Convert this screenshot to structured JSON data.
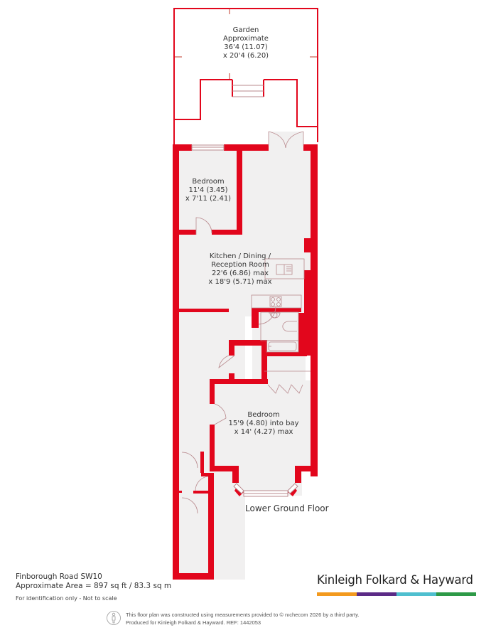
{
  "colors": {
    "wall": "#e2061c",
    "floor": "#f1f0f0",
    "line": "#b98a8e",
    "text": "#333333"
  },
  "rooms": {
    "garden": {
      "name": "Garden",
      "line2": "Approximate",
      "dim1": "36'4 (11.07)",
      "dim2": "x 20'4 (6.20)"
    },
    "bedroom1": {
      "name": "Bedroom",
      "dim1": "11'4 (3.45)",
      "dim2": "x 7'11 (2.41)"
    },
    "kitchen": {
      "name1": "Kitchen / Dining /",
      "name2": "Reception Room",
      "dim1": "22'6 (6.86) max",
      "dim2": "x 18'9 (5.71) max"
    },
    "bedroom2": {
      "name": "Bedroom",
      "dim1": "15'9 (4.80) into bay",
      "dim2": "x 14' (4.27) max"
    }
  },
  "floor_name": "Lower Ground Floor",
  "address": {
    "street": "Finborough Road  SW10",
    "area": "Approximate Area = 897 sq ft / 83.3 sq m",
    "disclaimer": "For identification only - Not to scale"
  },
  "brand": {
    "name": "Kinleigh Folkard & Hayward",
    "bar_colors": [
      "#f39a1e",
      "#5b2a86",
      "#4fbfcf",
      "#2e9a47"
    ]
  },
  "footer": {
    "line1": "This floor plan was constructed using measurements provided to © nıchecom 2026 by a third party.",
    "line2": "Produced for Kinleigh Folkard & Hayward.    REF: 1442053"
  }
}
